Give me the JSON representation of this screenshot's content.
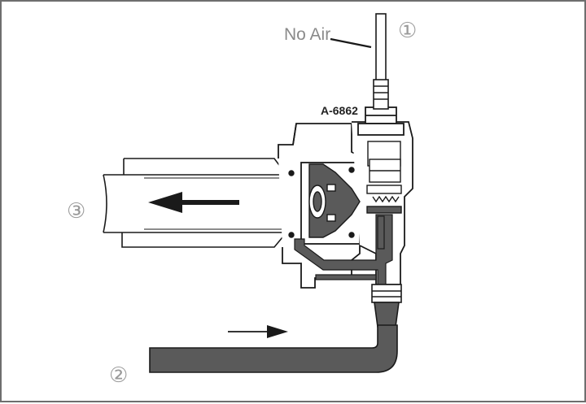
{
  "diagram": {
    "labels": {
      "no_air": "No Air",
      "part_number": "A-6862",
      "port_1": "①",
      "port_2": "②",
      "port_3": "③"
    },
    "colors": {
      "fill_dark": "#5a5a5a",
      "stroke": "#1a1a1a",
      "body": "#ffffff",
      "text_gray": "#8a8a8a",
      "frame": "#6e6e6e"
    }
  }
}
